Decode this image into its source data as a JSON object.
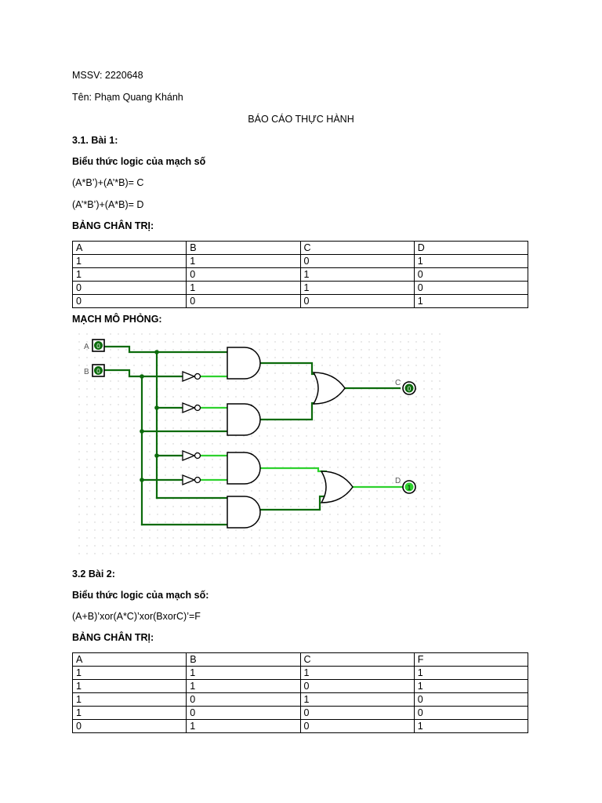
{
  "header": {
    "mssv": "MSSV: 2220648",
    "name": "Tên: Phạm Quang Khánh",
    "title": "BÁO CÁO THỰC HÀNH"
  },
  "section1": {
    "heading": "3.1. Bài 1:",
    "expr_label": "Biểu thức logic của mạch số",
    "expr1": "(A*B’)+(A’*B)= C",
    "expr2": "(A’*B’)+(A*B)= D",
    "truth_label": "BẢNG CHÂN TRỊ:",
    "table": {
      "headers": [
        "A",
        "B",
        "C",
        "D"
      ],
      "rows": [
        [
          "1",
          "1",
          "0",
          "1"
        ],
        [
          "1",
          "0",
          "1",
          "0"
        ],
        [
          "0",
          "1",
          "1",
          "0"
        ],
        [
          "0",
          "0",
          "0",
          "1"
        ]
      ]
    },
    "circuit_label": "MẠCH MÔ PHỎNG:",
    "circuit": {
      "inputs": [
        {
          "label": "A",
          "value": "0"
        },
        {
          "label": "B",
          "value": "0"
        }
      ],
      "outputs": [
        {
          "label": "C",
          "value": "0"
        },
        {
          "label": "D",
          "value": "1"
        }
      ],
      "colors": {
        "wire_dark": "#0c6b0c",
        "wire_bright": "#2ed12e",
        "gate_stroke": "#000000",
        "grid": "#c8c8c8"
      }
    }
  },
  "section2": {
    "heading": "3.2 Bài 2:",
    "expr_label": "Biểu thức logic của mạch số:",
    "expr1": "(A+B)’xor(A*C)’xor(BxorC)’=F",
    "truth_label": "BẢNG CHÂN TRỊ:",
    "table": {
      "headers": [
        "A",
        "B",
        "C",
        "F"
      ],
      "rows": [
        [
          "1",
          "1",
          "1",
          "1"
        ],
        [
          "1",
          "1",
          "0",
          "1"
        ],
        [
          "1",
          "0",
          "1",
          "0"
        ],
        [
          "1",
          "0",
          "0",
          "0"
        ],
        [
          "0",
          "1",
          "0",
          "1"
        ]
      ]
    }
  }
}
